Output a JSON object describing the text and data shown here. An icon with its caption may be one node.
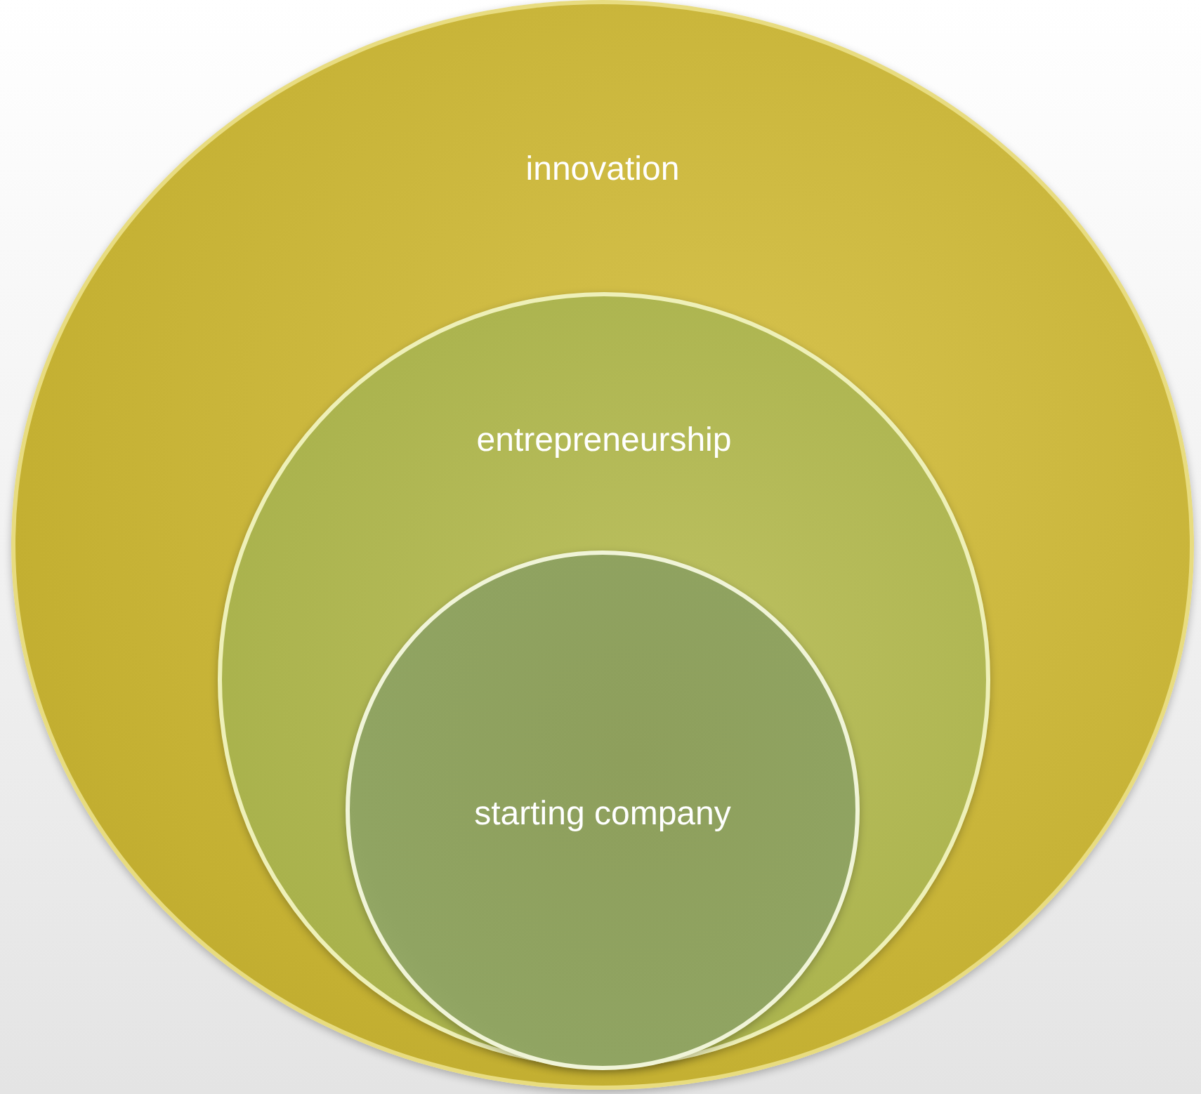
{
  "diagram": {
    "nodes": [
      {
        "text": [
          "innovation"
        ]
      },
      {
        "text": [
          "entrepreneurship"
        ],
        "in": 0
      },
      {
        "text": [
          "starting company"
        ],
        "in": 1
      }
    ]
  }
}
